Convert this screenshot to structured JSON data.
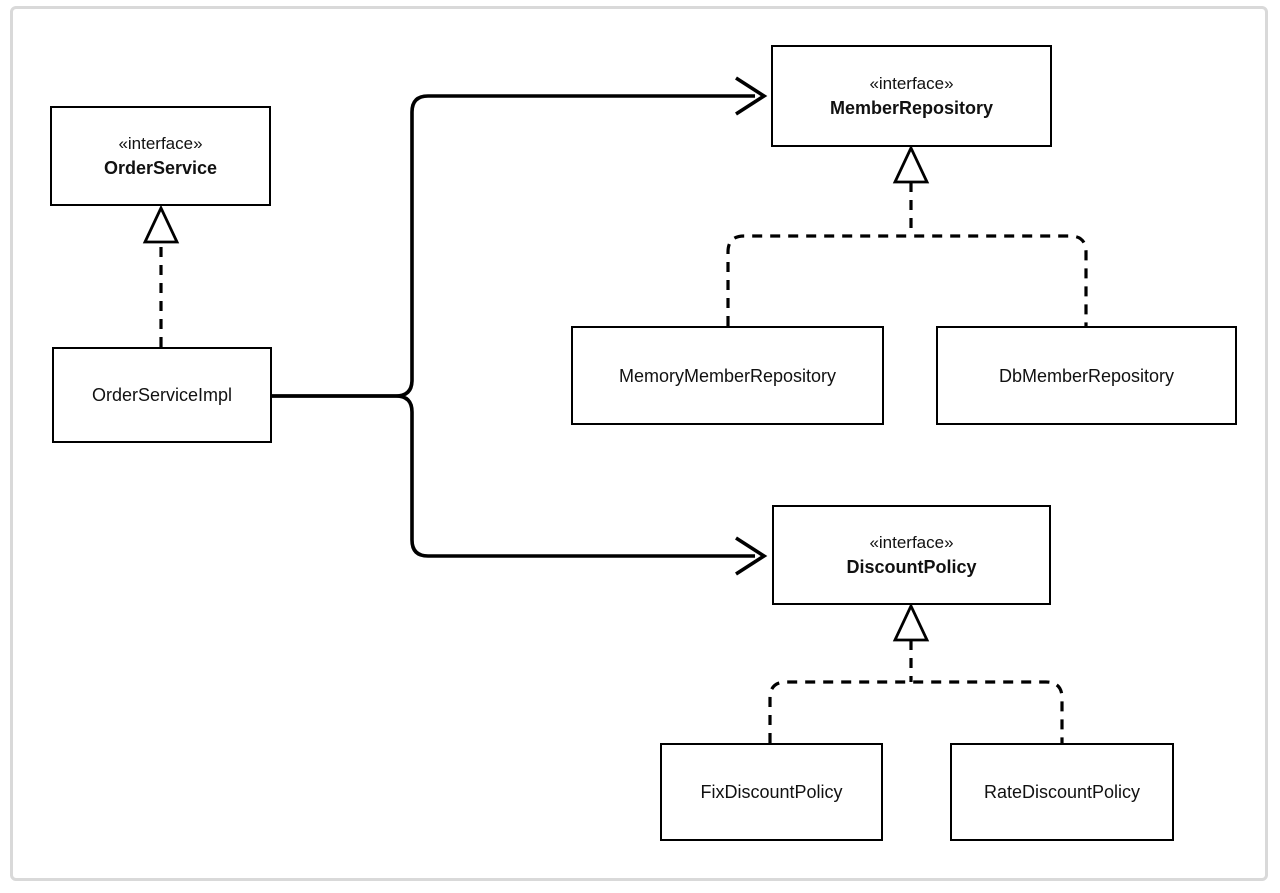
{
  "diagram": {
    "kind": "uml-class-diagram",
    "colors": {
      "background": "#ffffff",
      "frame_border": "#d9d9d9",
      "box_border": "#000000",
      "box_fill": "#ffffff",
      "line": "#000000",
      "text": "#111111"
    },
    "relationships": [
      {
        "type": "realization",
        "from": "OrderServiceImpl",
        "to": "OrderService"
      },
      {
        "type": "dependency",
        "from": "OrderServiceImpl",
        "to": "MemberRepository"
      },
      {
        "type": "dependency",
        "from": "OrderServiceImpl",
        "to": "DiscountPolicy"
      },
      {
        "type": "realization",
        "from": "MemoryMemberRepository",
        "to": "MemberRepository"
      },
      {
        "type": "realization",
        "from": "DbMemberRepository",
        "to": "MemberRepository"
      },
      {
        "type": "realization",
        "from": "FixDiscountPolicy",
        "to": "DiscountPolicy"
      },
      {
        "type": "realization",
        "from": "RateDiscountPolicy",
        "to": "DiscountPolicy"
      }
    ]
  },
  "nodes": {
    "order_service": {
      "stereotype": "«interface»",
      "name": "OrderService"
    },
    "order_service_impl": {
      "name": "OrderServiceImpl"
    },
    "member_repository": {
      "stereotype": "«interface»",
      "name": "MemberRepository"
    },
    "memory_member_repository": {
      "name": "MemoryMemberRepository"
    },
    "db_member_repository": {
      "name": "DbMemberRepository"
    },
    "discount_policy": {
      "stereotype": "«interface»",
      "name": "DiscountPolicy"
    },
    "fix_discount_policy": {
      "name": "FixDiscountPolicy"
    },
    "rate_discount_policy": {
      "name": "RateDiscountPolicy"
    }
  }
}
